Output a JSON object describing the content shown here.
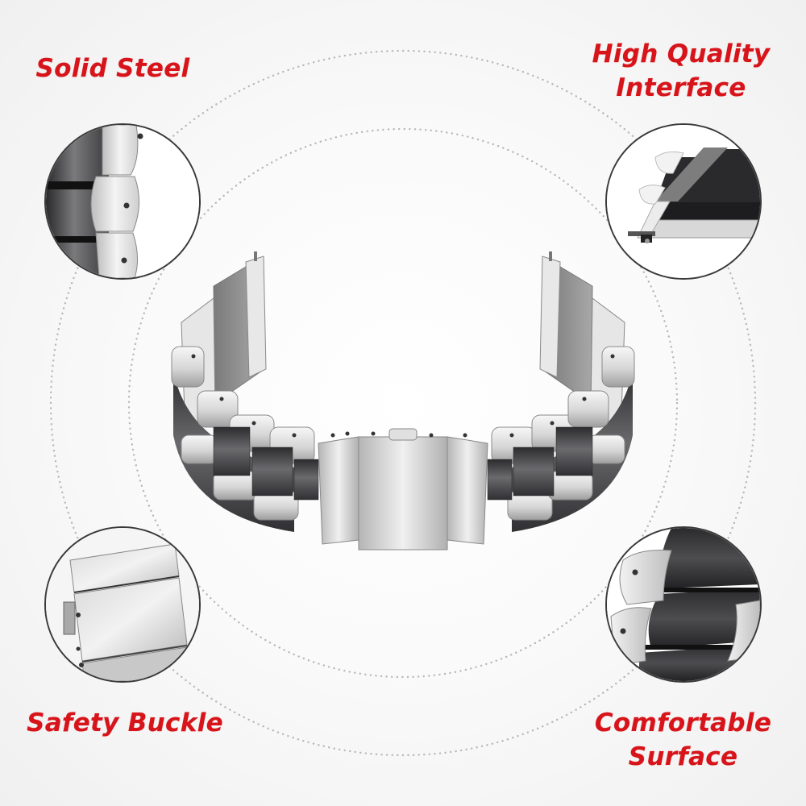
{
  "features": {
    "top_left": {
      "lines": [
        "Solid Steel"
      ],
      "detail_image": "steel-links-closeup"
    },
    "top_right": {
      "lines": [
        "High Quality",
        "Interface"
      ],
      "detail_image": "spring-bar-interface-closeup"
    },
    "bottom_left": {
      "lines": [
        "Safety Buckle"
      ],
      "detail_image": "folding-clasp-closeup"
    },
    "bottom_right": {
      "lines": [
        "Comfortable",
        "Surface"
      ],
      "detail_image": "brushed-surface-closeup"
    }
  },
  "product": {
    "image": "stainless-steel-watch-band-silver-black",
    "colors": {
      "silver": "#d9d9d9",
      "black": "#3b3b3d"
    }
  },
  "style": {
    "label_color": "#d7141a",
    "background": "#f3f3f3",
    "ring_dot_color": "#b5b5b5",
    "detail_border": "#3a3a3a"
  }
}
